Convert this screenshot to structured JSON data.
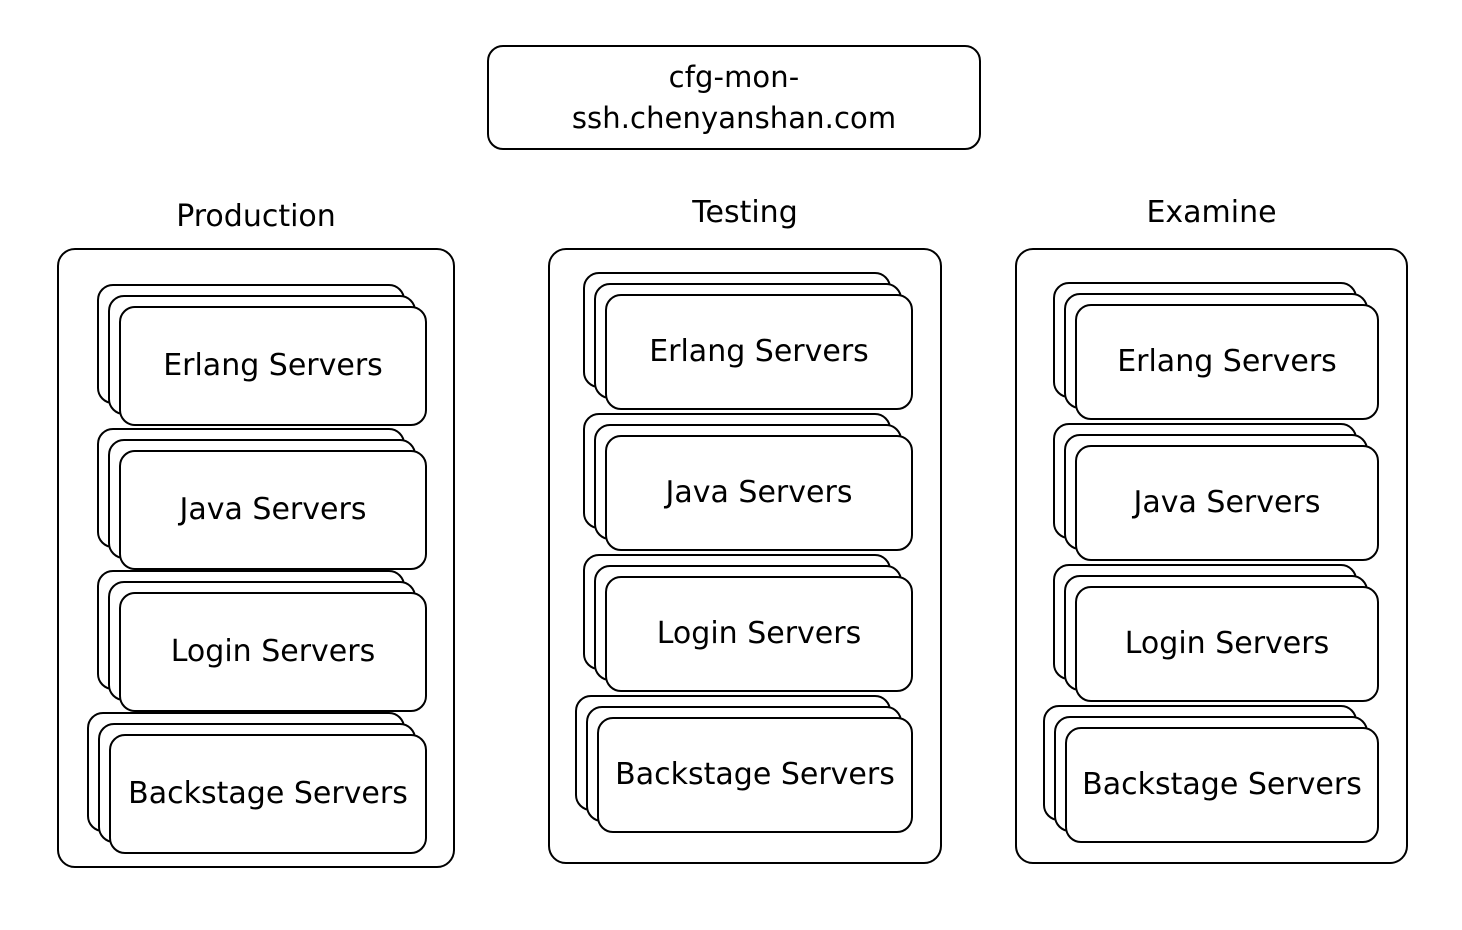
{
  "diagram": {
    "title_box": {
      "label": "cfg-mon-\nssh.chenyanshan.com"
    },
    "columns": [
      {
        "id": "production",
        "header": "Production",
        "groups": [
          {
            "label": "Erlang Servers",
            "cards": 3
          },
          {
            "label": "Java Servers",
            "cards": 3
          },
          {
            "label": "Login Servers",
            "cards": 3
          },
          {
            "label": "Backstage Servers",
            "cards": 3
          }
        ]
      },
      {
        "id": "testing",
        "header": "Testing",
        "groups": [
          {
            "label": "Erlang Servers",
            "cards": 3
          },
          {
            "label": "Java Servers",
            "cards": 3
          },
          {
            "label": "Login Servers",
            "cards": 3
          },
          {
            "label": "Backstage Servers",
            "cards": 3
          }
        ]
      },
      {
        "id": "examine",
        "header": "Examine",
        "groups": [
          {
            "label": "Erlang Servers",
            "cards": 3
          },
          {
            "label": "Java Servers",
            "cards": 3
          },
          {
            "label": "Login Servers",
            "cards": 3
          },
          {
            "label": "Backstage Servers",
            "cards": 3
          }
        ]
      }
    ],
    "colors": {
      "stroke": "#000000",
      "fill": "#ffffff",
      "text": "#000000"
    }
  }
}
